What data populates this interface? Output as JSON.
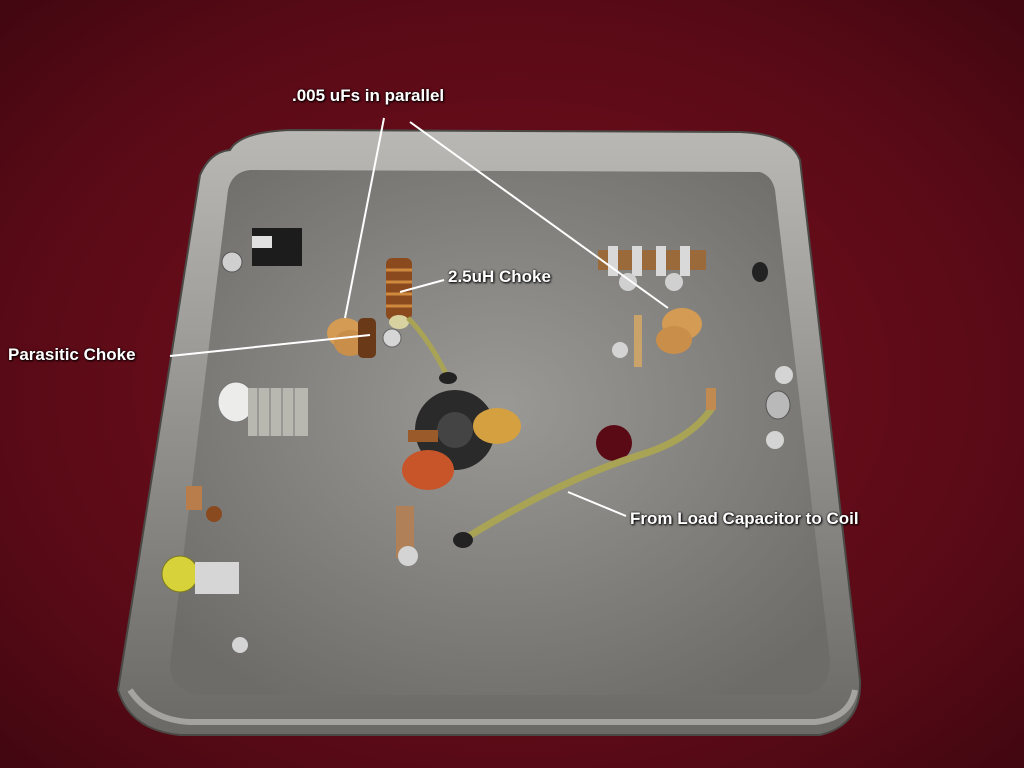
{
  "annotations": {
    "capacitors": ".005 uFs in parallel",
    "choke": "2.5uH Choke",
    "parasitic": "Parasitic Choke",
    "load": "From Load Capacitor to Coil"
  },
  "colors": {
    "background": "#5a0a14",
    "chassis": "#8c8b88",
    "chassis_floor": "#7a7976",
    "label_text": "#ffffff",
    "ceramic_cap": "#d49b54",
    "orange_cap": "#c8552a",
    "trimmer": "#d8d23a"
  }
}
